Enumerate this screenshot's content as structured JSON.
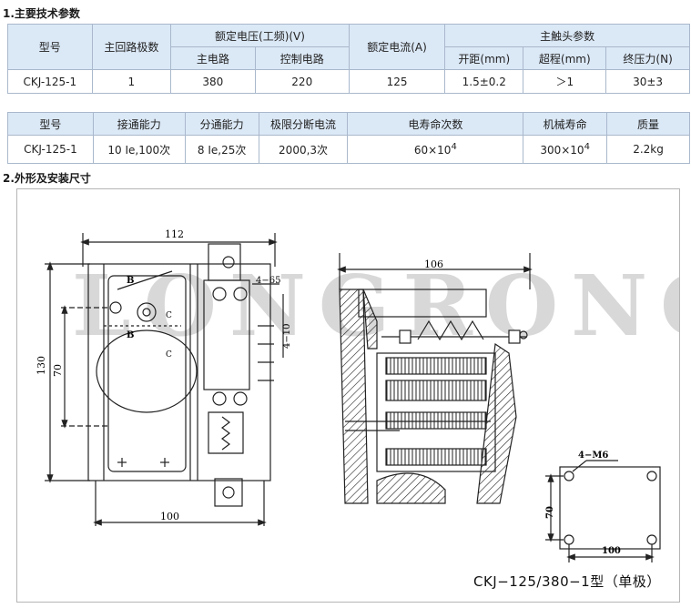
{
  "section1": "1.主要技术参数",
  "section2": "2.外形及安装尺寸",
  "table1": {
    "h_model": "型号",
    "h_poles": "主回路极数",
    "h_voltage": "额定电压(工频)(V)",
    "h_main_circuit": "主电路",
    "h_control_circuit": "控制电路",
    "h_current": "额定电流(A)",
    "h_contact": "主触头参数",
    "h_gap": "开距(mm)",
    "h_overtravel": "超程(mm)",
    "h_pressure": "终压力(N)",
    "model": "CKJ-125-1",
    "poles": "1",
    "main_v": "380",
    "control_v": "220",
    "current": "125",
    "gap": "1.5±0.2",
    "overtravel": "＞1",
    "pressure": "30±3"
  },
  "table2": {
    "h_model": "型号",
    "h_making": "接通能力",
    "h_breaking": "分通能力",
    "h_limit": "极限分断电流",
    "h_elec_life": "电寿命次数",
    "h_mech_life": "机械寿命",
    "h_mass": "质量",
    "model": "CKJ-125-1",
    "making": "10 Ie,100次",
    "breaking": "8 Ie,25次",
    "limit": "2000,3次",
    "elec_life_base": "60×10",
    "elec_life_exp": "4",
    "mech_life_base": "300×10",
    "mech_life_exp": "4",
    "mass": "2.2kg"
  },
  "drawing": {
    "watermark": "LONGRONG",
    "dim_112": "112",
    "dim_130": "130",
    "dim_70_left": "70",
    "dim_100_left": "100",
    "dim_4_65": "4−65",
    "dim_4_10": "4−10",
    "label_b1": "B",
    "label_b2": "B",
    "label_c1": "C",
    "label_c2": "C",
    "dim_106": "106",
    "dim_4_m6": "4−M6",
    "dim_70_right": "70",
    "dim_100_right": "100",
    "caption": "CKJ−125/380−1型（单极）"
  }
}
